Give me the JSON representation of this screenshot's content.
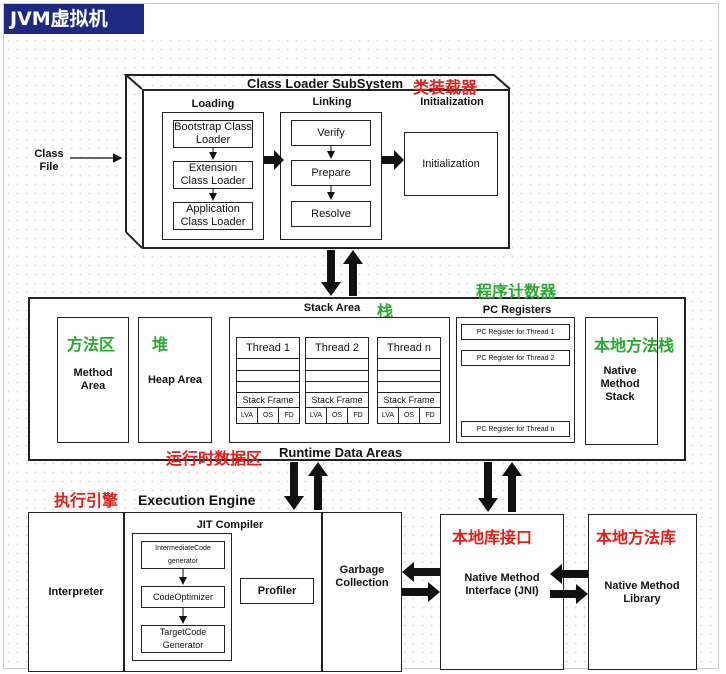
{
  "header": {
    "title": "JVM虚拟机"
  },
  "class_file": {
    "label_line1": "Class",
    "label_line2": "File"
  },
  "class_loader": {
    "title": "Class Loader SubSystem",
    "title_cn": "类装载器",
    "loading": {
      "label": "Loading",
      "items": [
        "Bootstrap Class Loader",
        "Extension Class Loader",
        "Application Class Loader"
      ]
    },
    "linking": {
      "label": "Linking",
      "items": [
        "Verify",
        "Prepare",
        "Resolve"
      ]
    },
    "initialization": {
      "label": "Initialization",
      "box": "Initialization"
    }
  },
  "runtime": {
    "title": "Runtime Data Areas",
    "title_cn": "运行时数据区",
    "method_area": {
      "cn": "方法区",
      "label": "Method Area"
    },
    "heap_area": {
      "cn": "堆",
      "label": "Heap Area"
    },
    "stack_area": {
      "label": "Stack Area",
      "cn": "栈",
      "threads": [
        "Thread 1",
        "Thread 2",
        "Thread n"
      ],
      "frame_label": "Stack Frame",
      "frame_parts": [
        "LVA",
        "OS",
        "FD"
      ]
    },
    "pc_registers": {
      "cn": "程序计数器",
      "label": "PC Registers",
      "items": [
        "PC Register for Thread 1",
        "PC Register for Thread 2",
        "PC Register for Thread n"
      ]
    },
    "native_stack": {
      "cn": "本地方法栈",
      "label": "Native Method Stack"
    }
  },
  "execution": {
    "cn": "执行引擎",
    "title": "Execution Engine",
    "interpreter": "Interpreter",
    "jit": {
      "label": "JIT Compiler",
      "items": [
        "IntermediateCode generator",
        "CodeOptimizer",
        "TargetCode Generator"
      ],
      "profiler": "Profiler"
    },
    "gc": "Garbage Collection",
    "jni": {
      "cn": "本地库接口",
      "label": "Native Method Interface (JNI)"
    },
    "native_lib": {
      "cn": "本地方法库",
      "label": "Native Method Library"
    }
  }
}
